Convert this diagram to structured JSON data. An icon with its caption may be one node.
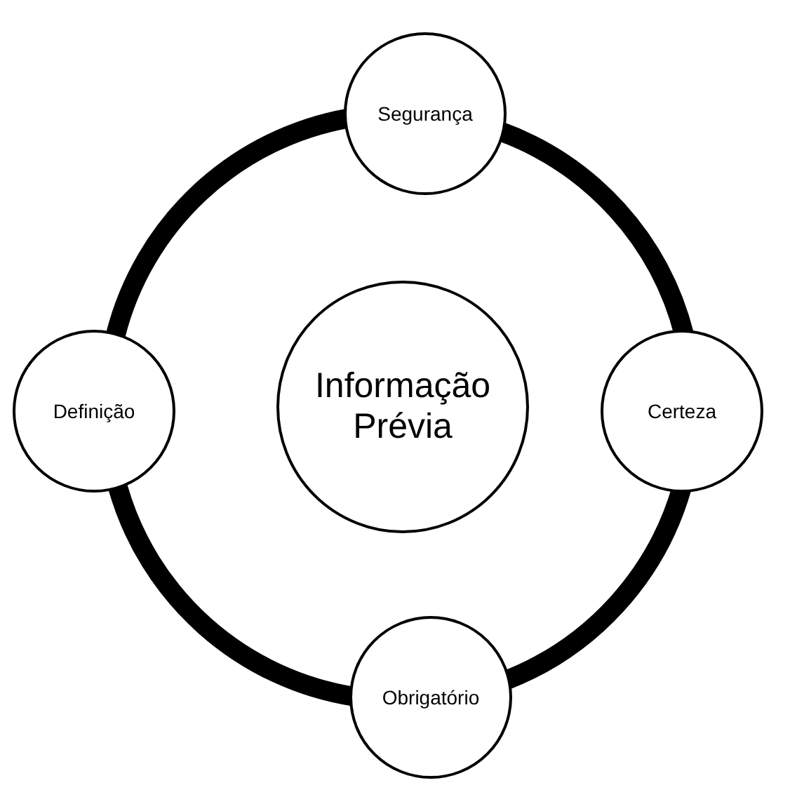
{
  "diagram": {
    "nodes": [
      {
        "text": [
          "Segurança"
        ]
      },
      {
        "text": [
          "Definição"
        ]
      },
      {
        "text": [
          "Informação Prévia"
        ]
      },
      {
        "text": [
          "Certeza"
        ]
      },
      {
        "text": [
          "Obrigatório"
        ]
      }
    ],
    "edges": [
      {
        "from": 0,
        "to": 3,
        "arrow": "none"
      },
      {
        "from": 3,
        "to": 4,
        "arrow": "none"
      },
      {
        "from": 4,
        "to": 1,
        "arrow": "none"
      },
      {
        "from": 1,
        "to": 0,
        "arrow": "none"
      }
    ]
  }
}
